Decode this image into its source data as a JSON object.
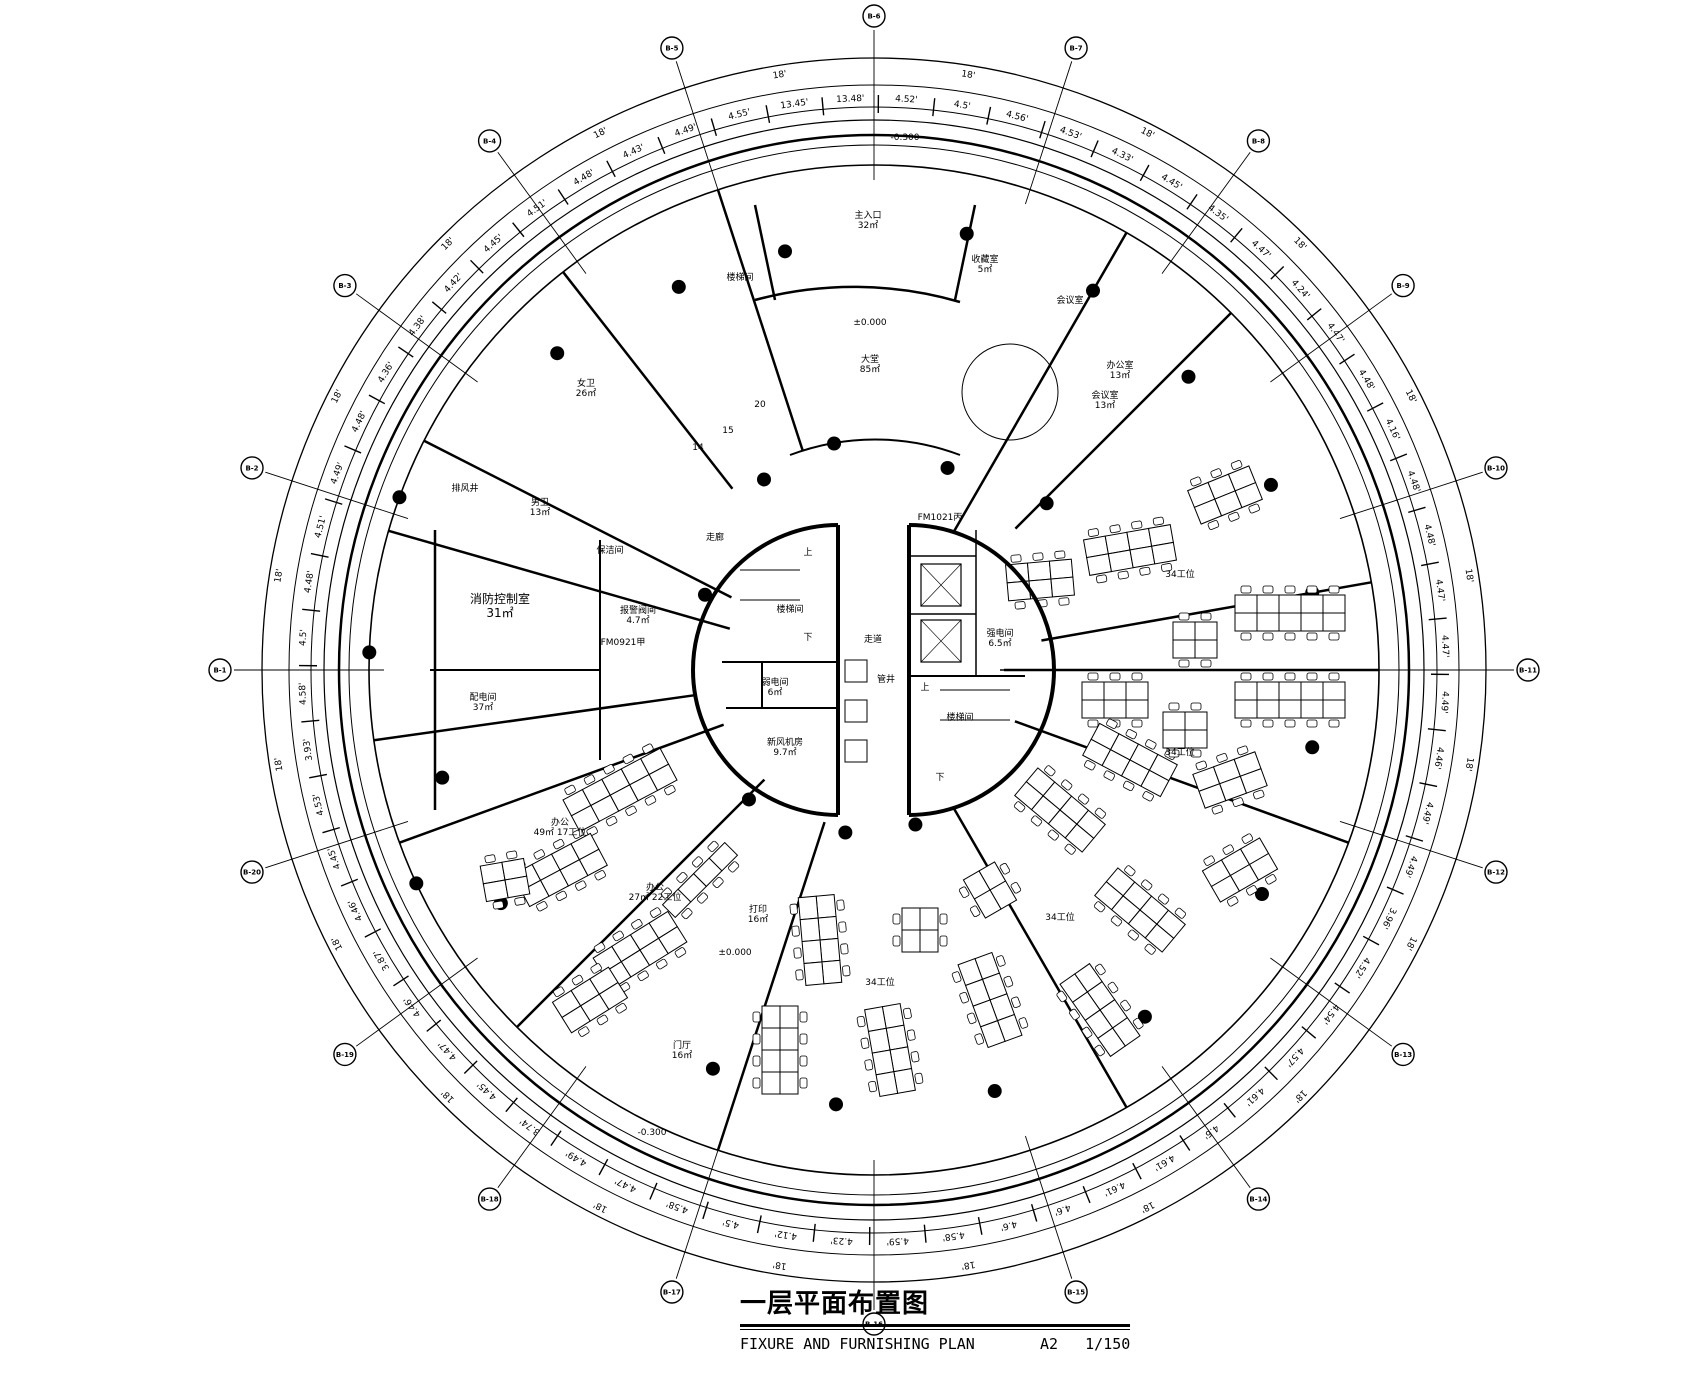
{
  "title": {
    "main": "一层平面布置图",
    "sub": "FIXURE AND FURNISHING PLAN",
    "sheet": "A2",
    "scale": "1/150"
  },
  "levels": {
    "floor": "±0.000",
    "outer_top": "-0.300",
    "outer_bottom": "-0.300"
  },
  "axes": [
    "B-1",
    "B-2",
    "B-3",
    "B-4",
    "B-5",
    "B-6",
    "B-7",
    "B-8",
    "B-9",
    "B-10",
    "B-11",
    "B-12",
    "B-13",
    "B-14",
    "B-15",
    "B-16",
    "B-17",
    "B-18",
    "B-19",
    "B-20"
  ],
  "outer_dims": [
    "18'",
    "18'",
    "18'",
    "18'",
    "18'",
    "18'",
    "18'",
    "18'",
    "18'",
    "18'",
    "18'",
    "18'",
    "18'",
    "18'",
    "18'",
    "18'",
    "18'",
    "18'",
    "18'",
    "18'"
  ],
  "inner_dims": [
    "13.45'",
    "13.48'",
    "4.52'",
    "4.5'",
    "4.56'",
    "4.53'",
    "4.33'",
    "4.45'",
    "4.35'",
    "4.47'",
    "4.24'",
    "4.47'",
    "4.48'",
    "4.16'",
    "4.48'",
    "4.48'",
    "4.47'",
    "4.47'",
    "4.49'",
    "4.46'",
    "4.49'",
    "4.49'",
    "3.96'",
    "4.52'",
    "4.54'",
    "4.57'",
    "4.61'",
    "4.6'",
    "4.61'",
    "4.61'",
    "4.6'",
    "4.6'",
    "4.58'",
    "4.59'",
    "4.23'",
    "4.12'",
    "4.5'",
    "4.58'",
    "4.47'",
    "4.49'",
    "3.74'",
    "4.45'",
    "4.47'",
    "4.46'",
    "3.87'",
    "4.46'",
    "4.45'",
    "4.53'",
    "3.93'",
    "4.58'",
    "4.5'",
    "4.48'",
    "4.51'",
    "4.49'",
    "4.48'",
    "4.36'",
    "4.38'",
    "4.42'",
    "4.45'",
    "4.51'",
    "4.48'",
    "4.43'",
    "4.49'",
    "4.55'"
  ],
  "rooms": {
    "main_entrance": "主入口",
    "main_entrance_area": "32㎡",
    "stair_hall": "楼梯间",
    "lobby": "大堂",
    "lobby_area": "85㎡",
    "reception": "收藏室",
    "reception_area": "5㎡",
    "meeting_1": "会议室",
    "office_small": "办公室",
    "office_small_area": "13㎡",
    "meeting_2": "会议室",
    "meeting_2_area": "13㎡",
    "female_wc": "女卫",
    "female_wc_area": "26㎡",
    "male_wc": "男卫",
    "male_wc_area": "13㎡",
    "exhaust": "排风井",
    "cleaning": "保洁间",
    "fire_control": "消防控制室",
    "fire_control_area": "31㎡",
    "alarm_valve": "报警阀间",
    "alarm_valve_area": "4.7㎡",
    "door_code_1": "FM0921甲",
    "power_dist": "配电间",
    "power_dist_area": "37㎡",
    "corridor_left": "走廊",
    "stair_core_left": "楼梯间",
    "weak_elec": "弱电间",
    "weak_elec_area": "6㎡",
    "fresh_air": "新风机房",
    "fresh_air_area": "9.7㎡",
    "corridor_mid": "走道",
    "core_label": "管井",
    "strong_elec": "强电间",
    "strong_elec_area": "6.5㎡",
    "stair_core_right": "楼梯间",
    "door_code_top": "FM1021丙",
    "up": "上",
    "down": "下",
    "workstations_34a": "34工位",
    "workstations_34b": "34工位",
    "workstations_34c": "34工位",
    "workstations_34d": "34工位",
    "office_49": "办公",
    "office_49_area": "49㎡ 17工位",
    "office_27": "办公",
    "office_27_area": "27㎡ 22工位",
    "print": "打印",
    "print_area": "16㎡",
    "foyer": "门厅",
    "foyer_area": "16㎡",
    "step_20": "20",
    "step_15": "15",
    "step_14": "14"
  },
  "colors": {
    "ink": "#000000",
    "paper": "#ffffff"
  }
}
